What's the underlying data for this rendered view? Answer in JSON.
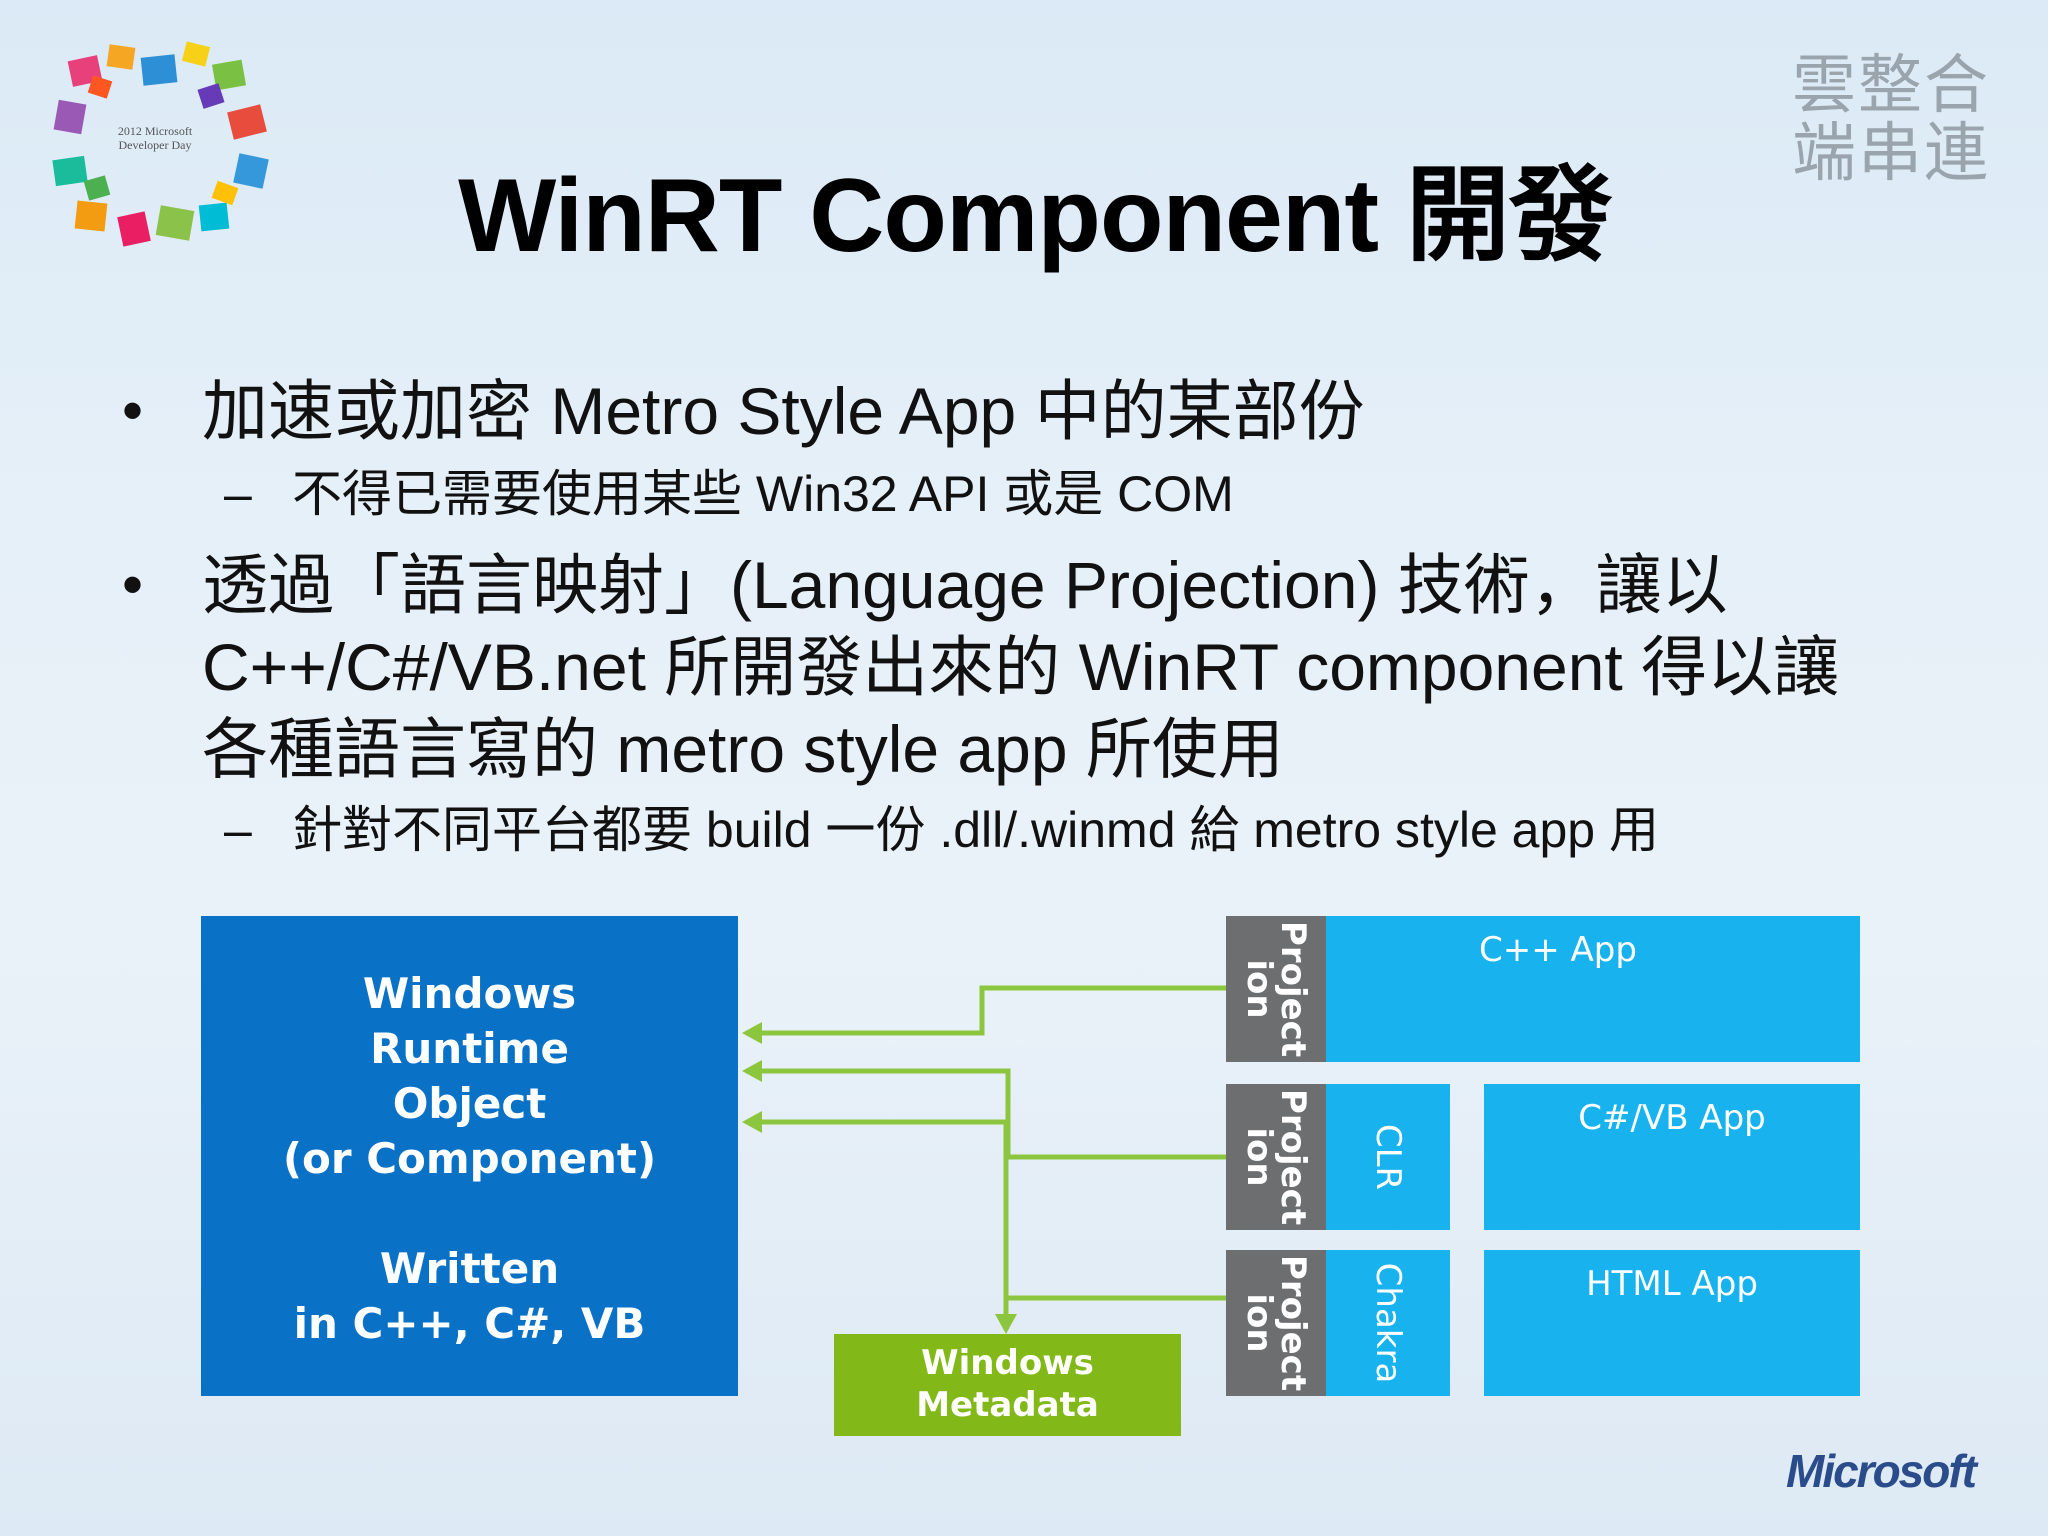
{
  "logo": {
    "text_line1": "2012 Microsoft",
    "text_line2": "Developer Day"
  },
  "brand_cn": {
    "line1": "雲整合",
    "line2": "端串連"
  },
  "title": "WinRT Component 開發",
  "bullets": [
    {
      "text": "加速或加密 Metro Style App 中的某部份",
      "sub": "不得已需要使用某些 Win32 API 或是 COM"
    },
    {
      "line1": "透過「語言映射」(Language Projection) 技術，讓以",
      "line2": "C++/C#/VB.net 所開發出來的 WinRT component 得以讓",
      "line3": "各種語言寫的 metro style app 所使用",
      "sub": "針對不同平台都要 build 一份 .dll/.winmd 給 metro style app 用"
    }
  ],
  "bullet_symbol": "•",
  "dash_symbol": "–",
  "diagram": {
    "wro_lines": [
      "Windows",
      "Runtime",
      "Object",
      "(or Component)",
      "",
      "Written",
      "in C++, C#, VB"
    ],
    "metadata_line1": "Windows",
    "metadata_line2": "Metadata",
    "projection_label": "Project\nion",
    "cpp_app": "C++ App",
    "clr": "CLR",
    "csvb_app": "C#/VB App",
    "chakra": "Chakra",
    "html_app": "HTML App",
    "colors": {
      "wro": "#0a72c6",
      "metadata": "#82b918",
      "projection": "#6d6e70",
      "app": "#18b3ee",
      "arrow": "#8cc63f"
    }
  },
  "footer_logo": "Microsoft"
}
